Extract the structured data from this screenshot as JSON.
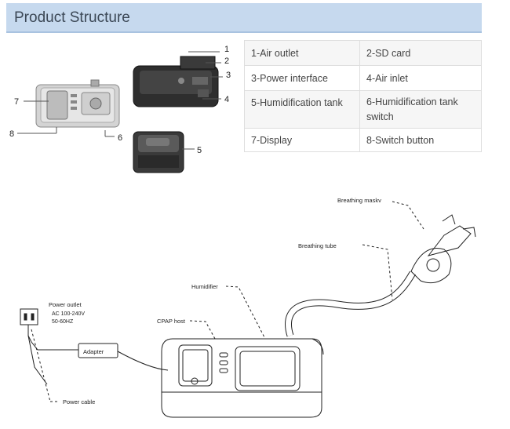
{
  "section": {
    "title": "Product Structure"
  },
  "parts_table": [
    [
      "1-Air outlet",
      "2-SD card"
    ],
    [
      "3-Power interface",
      "4-Air inlet"
    ],
    [
      "5-Humidification tank",
      "6-Humidification tank switch"
    ],
    [
      "7-Display",
      "8-Switch button"
    ]
  ],
  "callouts": {
    "n1": "1",
    "n2": "2",
    "n3": "3",
    "n4": "4",
    "n5": "5",
    "n6": "6",
    "n7": "7",
    "n8": "8"
  },
  "diagram": {
    "breathing_mask": "Breathing maskv",
    "breathing_tube": "Breathing tube",
    "humidifier": "Humidifier",
    "cpap_host": "CPAP host",
    "power_outlet": "Power outlet",
    "voltage": "AC 100-240V",
    "frequency": "50-60HZ",
    "adapter": "Adapter",
    "power_cable": "Power cable"
  }
}
